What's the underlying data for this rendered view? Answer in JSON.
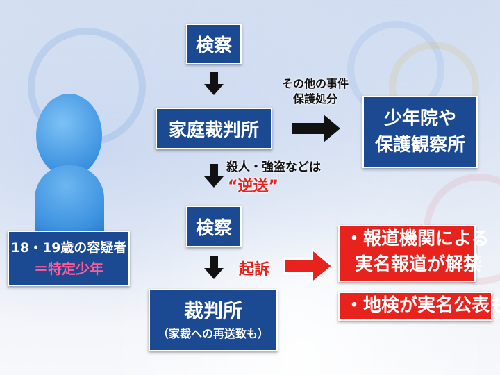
{
  "nodes": {
    "kensatsu_top": "検察",
    "katei_saibansho": "家庭裁判所",
    "shonenin": [
      "少年院や",
      "保護観察所"
    ],
    "kensatsu_mid": "検察",
    "saibansho": "裁判所",
    "saibansho_sub": "（家裁への再送致も）"
  },
  "labels": {
    "other_cases": [
      "その他の事件",
      "保護処分"
    ],
    "serious_crimes": "殺人・強盗などは",
    "gyakuso": "“逆送”",
    "kiso": "起訴"
  },
  "person": {
    "caption_line1": "18・19歳の容疑者",
    "caption_line2": "＝特定少年"
  },
  "red_notes": {
    "note1": [
      "・報道機関による",
      "実名報道が解禁"
    ],
    "note2": "・地検が実名公表も"
  },
  "colors": {
    "box_blue": "#1b4a92",
    "accent_red": "#e8231d",
    "highlight_pink": "#ff5a9a",
    "person_blue": "#3d92e0",
    "arrow_black": "#111111"
  }
}
